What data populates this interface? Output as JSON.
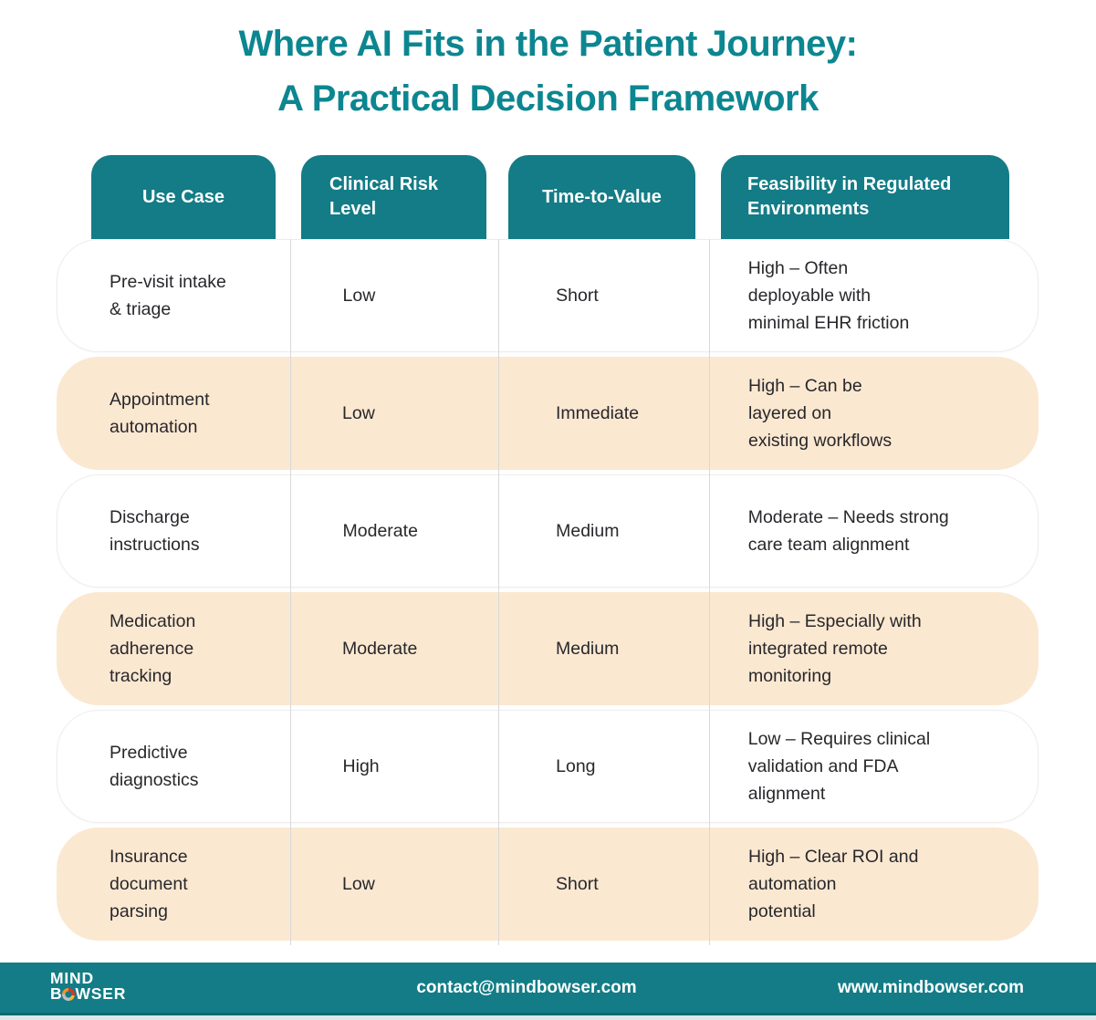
{
  "title": {
    "line1": "Where AI Fits in the Patient Journey:",
    "line2": "A Practical Decision Framework"
  },
  "colors": {
    "teal": "#137c86",
    "title_teal": "#0c8690",
    "peach_row": "#fbe8d1",
    "body_text": "#28272b",
    "grid_line": "#d9d9d9"
  },
  "table": {
    "columns": [
      {
        "label": "Use Case"
      },
      {
        "label": "Clinical Risk\nLevel"
      },
      {
        "label": "Time-to-Value"
      },
      {
        "label": "Feasibility in Regulated\nEnvironments"
      }
    ],
    "rows": [
      {
        "use_case": "Pre-visit intake\n& triage",
        "risk": "Low",
        "ttv": "Short",
        "feasibility": "High – Often\ndeployable with\nminimal EHR friction"
      },
      {
        "use_case": "Appointment\nautomation",
        "risk": "Low",
        "ttv": "Immediate",
        "feasibility": "High – Can be\nlayered on\nexisting workflows"
      },
      {
        "use_case": "Discharge\ninstructions",
        "risk": "Moderate",
        "ttv": "Medium",
        "feasibility": "Moderate – Needs strong\ncare team alignment"
      },
      {
        "use_case": "Medication\nadherence\ntracking",
        "risk": "Moderate",
        "ttv": "Medium",
        "feasibility": "High – Especially with\nintegrated remote\nmonitoring"
      },
      {
        "use_case": "Predictive\ndiagnostics",
        "risk": "High",
        "ttv": "Long",
        "feasibility": "Low – Requires clinical\nvalidation and FDA\nalignment"
      },
      {
        "use_case": "Insurance\ndocument\nparsing",
        "risk": "Low",
        "ttv": "Short",
        "feasibility": "High – Clear ROI and\nautomation\npotential"
      }
    ]
  },
  "footer": {
    "logo_top": "MIND",
    "logo_b": "B",
    "logo_rest": "WSER",
    "email": "contact@mindbowser.com",
    "website": "www.mindbowser.com"
  }
}
